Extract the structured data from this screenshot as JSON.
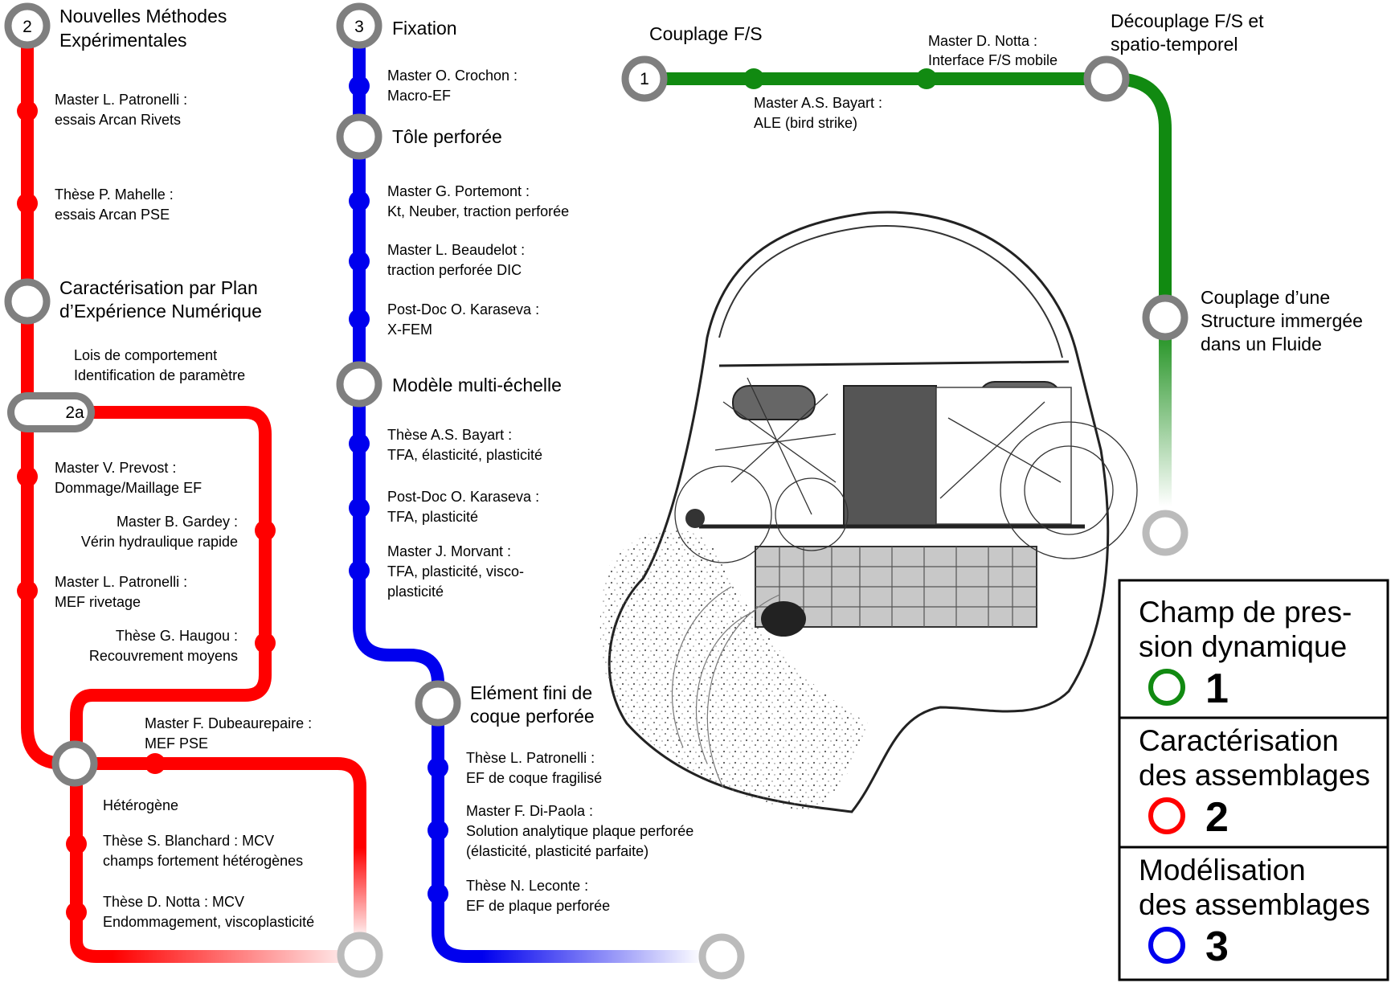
{
  "colors": {
    "line1": "#118A11",
    "line2": "#FF0000",
    "line3": "#0000EE",
    "station_ring": "#7F7F7F",
    "station_end": "#BBBBBB"
  },
  "line1": {
    "start_number": "1",
    "start_title": "Couplage F/S",
    "stop_1": [
      "Master A.S. Bayart :",
      "ALE (bird strike)"
    ],
    "stop_2": [
      "Master D. Notta :",
      "Interface F/S mobile"
    ],
    "station_decouplage": [
      "Découplage F/S et",
      "spatio-temporel"
    ],
    "station_immersed": [
      "Couplage d’une",
      "Structure immergée",
      "dans un Fluide"
    ]
  },
  "line2": {
    "start_number": "2",
    "start_title": [
      "Nouvelles Méthodes",
      "Expérimentales"
    ],
    "stop_patronelli": [
      "Master L. Patronelli :",
      "essais Arcan Rivets"
    ],
    "stop_mahelle": [
      "Thèse P. Mahelle :",
      "essais Arcan PSE"
    ],
    "station_plan": [
      "Caractérisation par Plan",
      "d’Expérience Numérique"
    ],
    "plan_note": [
      "Lois de comportement",
      "Identification de paramètre"
    ],
    "branch_number": "2a",
    "stop_prevost": [
      "Master V. Prevost :",
      "Dommage/Maillage EF"
    ],
    "stop_gardey": [
      "Master B. Gardey :",
      "Vérin hydraulique rapide"
    ],
    "stop_patronelli_mef": [
      "Master L. Patronelli :",
      "MEF rivetage"
    ],
    "stop_haugou": [
      "Thèse G. Haugou :",
      "Recouvrement moyens"
    ],
    "stop_dubeaurepaire": [
      "Master F. Dubeaurepaire :",
      "MEF PSE"
    ],
    "station_heterogene": "Hétérogène",
    "stop_blanchard": [
      "Thèse S. Blanchard : MCV",
      "champs fortement hétérogènes"
    ],
    "stop_notta": [
      "Thèse D. Notta : MCV",
      "Endommagement, viscoplasticité"
    ]
  },
  "line3": {
    "start_number": "3",
    "start_title": "Fixation",
    "stop_crochon": [
      "Master O. Crochon :",
      "Macro-EF"
    ],
    "station_tole": "Tôle perforée",
    "stop_portemont": [
      "Master G. Portemont :",
      "Kt, Neuber, traction perforée"
    ],
    "stop_beaudelot": [
      "Master L. Beaudelot :",
      "traction perforée DIC"
    ],
    "stop_karaseva_1": [
      "Post-Doc O. Karaseva :",
      "X-FEM"
    ],
    "station_multi": "Modèle multi-échelle",
    "stop_bayart": [
      "Thèse A.S. Bayart :",
      "TFA, élasticité, plasticité"
    ],
    "stop_karaseva_2": [
      "Post-Doc O. Karaseva :",
      "TFA, plasticité"
    ],
    "stop_morvant": [
      "Master J. Morvant :",
      "TFA, plasticité, visco-",
      "plasticité"
    ],
    "station_coque": [
      "Elément fini de",
      "coque perforée"
    ],
    "stop_patronelli_these": [
      "Thèse L. Patronelli :",
      "EF de coque fragilisé"
    ],
    "stop_dipaola": [
      "Master F. Di-Paola :",
      "Solution analytique plaque perforée",
      "(élasticité, plasticité parfaite)"
    ],
    "stop_leconte": [
      "Thèse N. Leconte :",
      "EF de plaque perforée"
    ]
  },
  "legend": {
    "item_1": {
      "lines": [
        "Champ de pres-",
        "sion dynamique"
      ],
      "number": "1"
    },
    "item_2": {
      "lines": [
        "Caractérisation",
        "des assemblages"
      ],
      "number": "2"
    },
    "item_3": {
      "lines": [
        "Modélisation",
        "des assemblages"
      ],
      "number": "3"
    }
  }
}
